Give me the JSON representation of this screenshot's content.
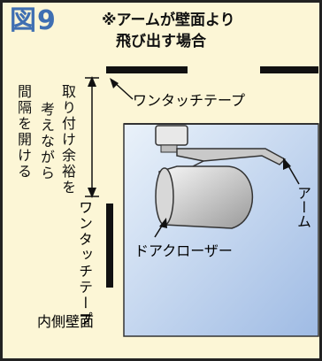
{
  "figure_number": "図9",
  "title": {
    "line1": "※アームが壁面より",
    "line2": "飛び出す場合"
  },
  "labels": {
    "tape_top": "ワンタッチテープ",
    "tape_side": "ワンタッチテープ",
    "clearance_col1": "取り付け余裕を",
    "clearance_col2": "考えながら",
    "clearance_col3": "間隔を開ける",
    "arm": "アーム",
    "door_closer": "ドアクローザー",
    "inner_wall": "内側壁面"
  },
  "colors": {
    "background": "#fcf6d6",
    "figure_number": "#3f6fb2",
    "wall_gradient_start": "#e4eef8",
    "wall_gradient_end": "#a8c2e8",
    "tape": "#111111"
  }
}
